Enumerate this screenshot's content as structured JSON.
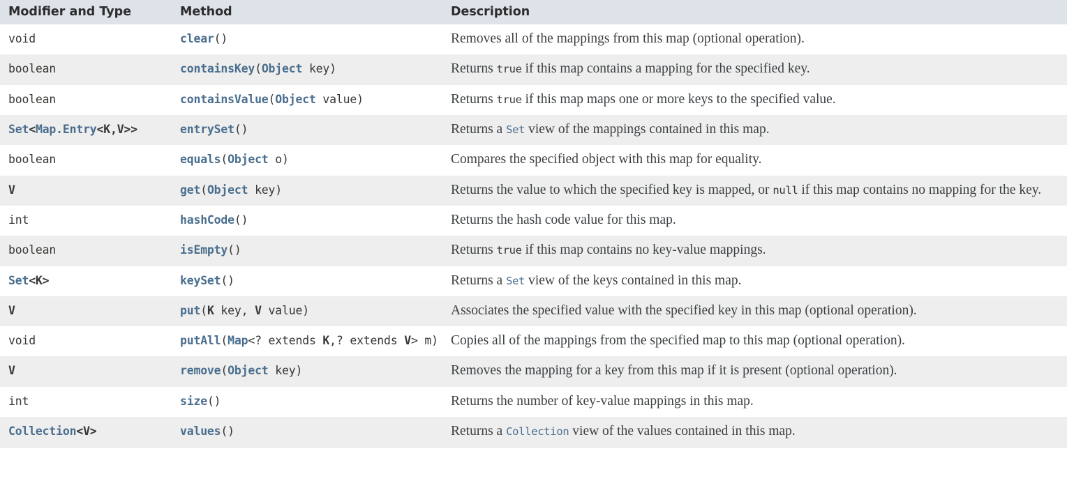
{
  "table": {
    "headers": {
      "type": "Modifier and Type",
      "method": "Method",
      "description": "Description"
    },
    "colors": {
      "header_background": "#dee3e9",
      "row_stripe": "#eeeeee",
      "row_base": "#ffffff",
      "link_blue": "#4a6e8e",
      "text_dark": "#353833",
      "description_text": "#3b3f42"
    },
    "rows": [
      {
        "type_plain": "void",
        "method_plain": "clear()",
        "description_plain": "Removes all of the mappings from this map (optional operation)."
      },
      {
        "type_plain": "boolean",
        "method_plain": "containsKey(Object key)",
        "description_plain": "Returns true if this map contains a mapping for the specified key.",
        "desc_before": "Returns ",
        "desc_code": "true",
        "desc_after": " if this map contains a mapping for the specified key."
      },
      {
        "type_plain": "boolean",
        "method_plain": "containsValue(Object value)",
        "description_plain": "Returns true if this map maps one or more keys to the specified value.",
        "desc_before": "Returns ",
        "desc_code": "true",
        "desc_after": " if this map maps one or more keys to the specified value."
      },
      {
        "type_plain": "Set<Map.Entry<K,V>>",
        "method_plain": "entrySet()",
        "description_plain": "Returns a Set view of the mappings contained in this map.",
        "desc_before": "Returns a ",
        "desc_code": "Set",
        "desc_after": " view of the mappings contained in this map."
      },
      {
        "type_plain": "boolean",
        "method_plain": "equals(Object o)",
        "description_plain": "Compares the specified object with this map for equality."
      },
      {
        "type_plain": "V",
        "method_plain": "get(Object key)",
        "description_plain": "Returns the value to which the specified key is mapped, or null if this map contains no mapping for the key.",
        "desc_before": "Returns the value to which the specified key is mapped, or ",
        "desc_code": "null",
        "desc_after": " if this map contains no mapping for the key."
      },
      {
        "type_plain": "int",
        "method_plain": "hashCode()",
        "description_plain": "Returns the hash code value for this map."
      },
      {
        "type_plain": "boolean",
        "method_plain": "isEmpty()",
        "description_plain": "Returns true if this map contains no key-value mappings.",
        "desc_before": "Returns ",
        "desc_code": "true",
        "desc_after": " if this map contains no key-value mappings."
      },
      {
        "type_plain": "Set<K>",
        "method_plain": "keySet()",
        "description_plain": "Returns a Set view of the keys contained in this map.",
        "desc_before": "Returns a ",
        "desc_code": "Set",
        "desc_after": " view of the keys contained in this map."
      },
      {
        "type_plain": "V",
        "method_plain": "put(K key, V value)",
        "description_plain": "Associates the specified value with the specified key in this map (optional operation)."
      },
      {
        "type_plain": "void",
        "method_plain": "putAll(Map<? extends K,? extends V> m)",
        "description_plain": "Copies all of the mappings from the specified map to this map (optional operation)."
      },
      {
        "type_plain": "V",
        "method_plain": "remove(Object key)",
        "description_plain": "Removes the mapping for a key from this map if it is present (optional operation)."
      },
      {
        "type_plain": "int",
        "method_plain": "size()",
        "description_plain": "Returns the number of key-value mappings in this map."
      },
      {
        "type_plain": "Collection<V>",
        "method_plain": "values()",
        "description_plain": "Returns a Collection view of the values contained in this map.",
        "desc_before": "Returns a ",
        "desc_code": "Collection",
        "desc_after": " view of the values contained in this map."
      }
    ]
  }
}
